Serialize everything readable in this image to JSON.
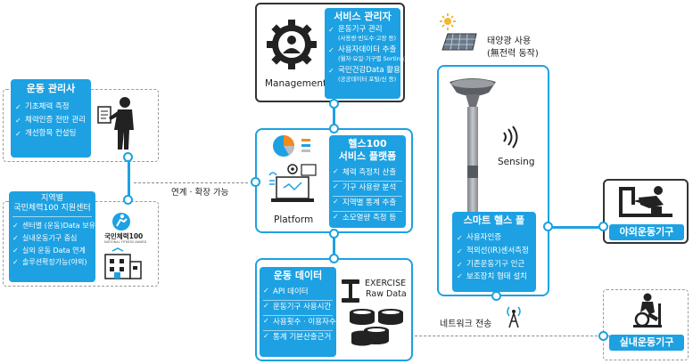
{
  "management": {
    "icon_label": "Management",
    "title": "서비스 관리자",
    "items": [
      {
        "text": "운동기구 관리",
        "sub": "(사용량·빈도수·고장 등)"
      },
      {
        "text": "사용자데이터 추출",
        "sub": "(월자·요일·기구별 Sorting)"
      },
      {
        "text": "국민건강Data 활용",
        "sub": "(공공데이터 포털/신 등)"
      }
    ]
  },
  "platform": {
    "icon_label": "Platform",
    "title_line1": "헬스100",
    "title_line2": "서비스 플랫폼",
    "items": [
      "체력 측정치 산출",
      "기구 사용량 분석",
      "지역별 통계 추출",
      "소모열량 측정 등"
    ]
  },
  "exercise_data": {
    "title": "운동 데이터",
    "icon_label_line1": "EXERCISE",
    "icon_label_line2": "Raw Data",
    "items": [
      "API 데이터",
      "운동기구 사용시간",
      "사용횟수 · 이용자수",
      "통계 기본산출근거"
    ]
  },
  "coach": {
    "title": "운동 관리사",
    "items": [
      "기초체력 측정",
      "체력인증 전반 관리",
      "개선항목 컨설팅"
    ]
  },
  "center": {
    "title_line1": "지역별",
    "title_line2": "국민체력100 지원센터",
    "logo_text": "국민체력100",
    "logo_subtext": "NATIONAL FITNESS AWARD",
    "items": [
      "센터별 (운동)Data 보유",
      "실내운동기구 중심",
      "실외 운동 Data 연계",
      "솔루션확장가능(야외)"
    ]
  },
  "link_label": "연계 · 확장 가능",
  "solar": {
    "line1": "태양광 사용",
    "line2": "(無전력 동작)"
  },
  "pole": {
    "sensing_label": "Sensing",
    "title": "스마트 헬스 폴",
    "items": [
      "사용자인증",
      "적외선(IR)센서측정",
      "기존운동기구 인근",
      "보조장치 형태 설치"
    ]
  },
  "network_label": "네트워크 전송",
  "outdoor_label": "야외운동기구",
  "indoor_label": "실내운동기구",
  "colors": {
    "accent": "#1da1e2",
    "dark": "#333333",
    "pole_body": "#b9bcc0"
  }
}
